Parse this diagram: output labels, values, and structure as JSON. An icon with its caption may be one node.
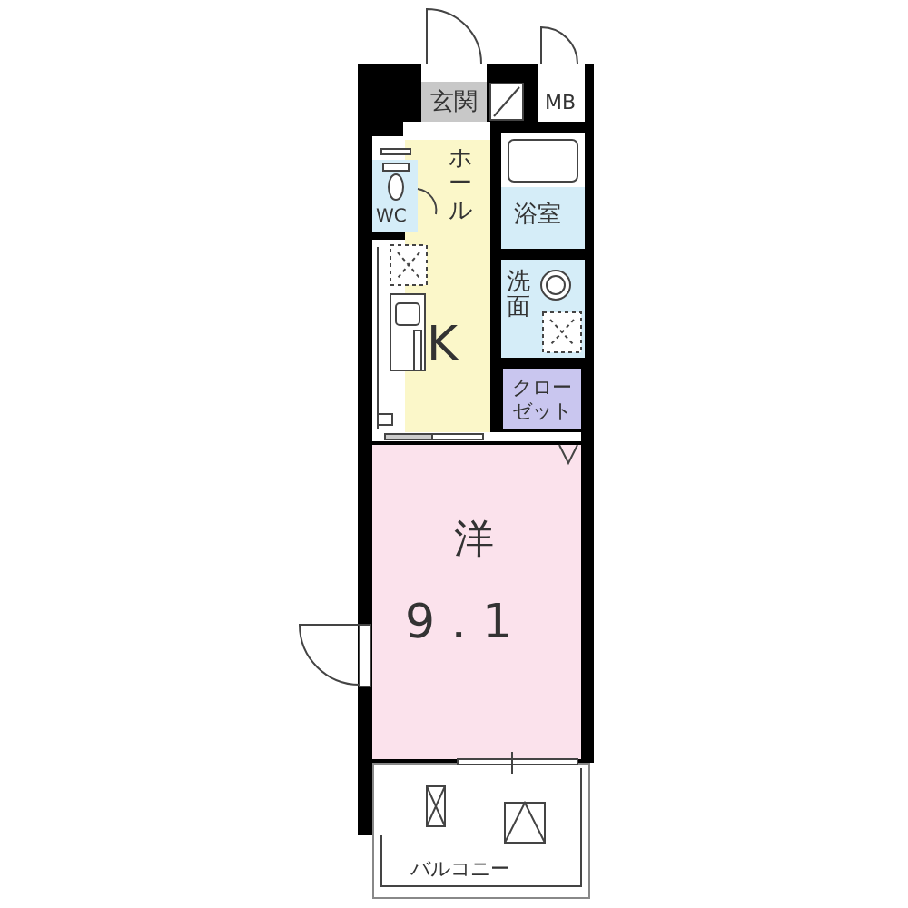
{
  "diagram": {
    "nodes": [
      {
        "text": [
          "玄関"
        ]
      },
      {
        "text": [
          "MB"
        ]
      },
      {
        "text": [
          "ホール",
          "K"
        ]
      },
      {
        "text": [
          "WC"
        ]
      },
      {
        "text": [
          "浴室"
        ]
      },
      {
        "text": [
          "洗面"
        ]
      },
      {
        "text": [
          "クローゼット"
        ]
      },
      {
        "text": [
          "洋",
          "9．1"
        ]
      },
      {
        "text": [
          "バルコニー"
        ]
      }
    ],
    "edges": []
  }
}
